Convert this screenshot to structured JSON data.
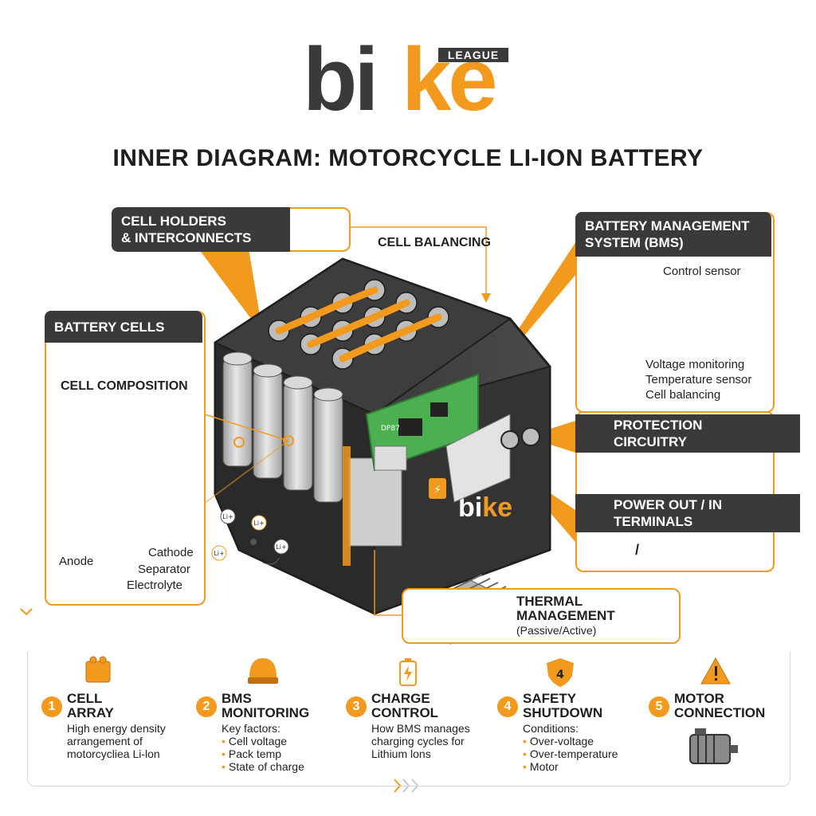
{
  "logo": {
    "part1": "bi",
    "part2": "ke",
    "badge": "LEAGUE"
  },
  "title": "INNER DIAGRAM: MOTORCYCLE LI-ION BATTERY",
  "callouts": {
    "cell_holders": {
      "line1": "CELL HOLDERS",
      "line2": "& INTERCONNECTS"
    },
    "cell_balancing": "CELL BALANCING",
    "battery_cells": "BATTERY CELLS",
    "cell_composition": "CELL COMPOSITION",
    "composition_labels": {
      "anode": "Anode",
      "cathode": "Cathode",
      "separator": "Separator",
      "electrolyte": "Electrolyte"
    },
    "ion_label": "Li+",
    "bms": {
      "line1": "BATTERY MANAGEMENT",
      "line2": "SYSTEM (BMS)",
      "control_sensor": "Control sensor",
      "items": [
        "Voltage monitoring",
        "Temperature sensor",
        "Cell balancing"
      ]
    },
    "protection": {
      "line1": "PROTECTION",
      "line2": "CIRCUITRY"
    },
    "terminals": {
      "line1": "POWER OUT / IN",
      "line2": "TERMINALS",
      "slash": "/"
    },
    "thermal": {
      "line1": "THERMAL",
      "line2": "MANAGEMENT",
      "line3": "(Passive/Active)"
    },
    "pack_brand": "bike",
    "board_text": "DP87"
  },
  "steps": [
    {
      "num": "1",
      "title1": "CELL",
      "title2": "ARRAY",
      "lines": [
        "High energy density",
        "arrangement of",
        "motorcycliea Li-lon"
      ],
      "bullets": []
    },
    {
      "num": "2",
      "title1": "BMS",
      "title2": "MONITORING",
      "lines": [
        "Key factors:"
      ],
      "bullets": [
        "Cell voltage",
        "Pack temp",
        "State of charge"
      ]
    },
    {
      "num": "3",
      "title1": "CHARGE",
      "title2": "CONTROL",
      "lines": [
        "How BMS manages",
        "charging cycles for",
        "Lithium lons"
      ],
      "bullets": []
    },
    {
      "num": "4",
      "title1": "SAFETY",
      "title2": "SHUTDOWN",
      "lines": [
        "Conditions:"
      ],
      "bullets": [
        "Over-voltage",
        "Over-temperature",
        "Motor"
      ]
    },
    {
      "num": "5",
      "title1": "MOTOR",
      "title2": "CONNECTION",
      "lines": [],
      "bullets": []
    }
  ],
  "icons": [
    "cell-array-icon",
    "bms-helmet-icon",
    "charge-battery-icon",
    "safety-shield-icon",
    "warning-icon",
    "motor-icon",
    "fuse-icon",
    "fan-icon",
    "heatsink-icon"
  ],
  "colors": {
    "accent": "#f29a1d",
    "dark": "#3a3a3a",
    "green": "#3cb043"
  }
}
